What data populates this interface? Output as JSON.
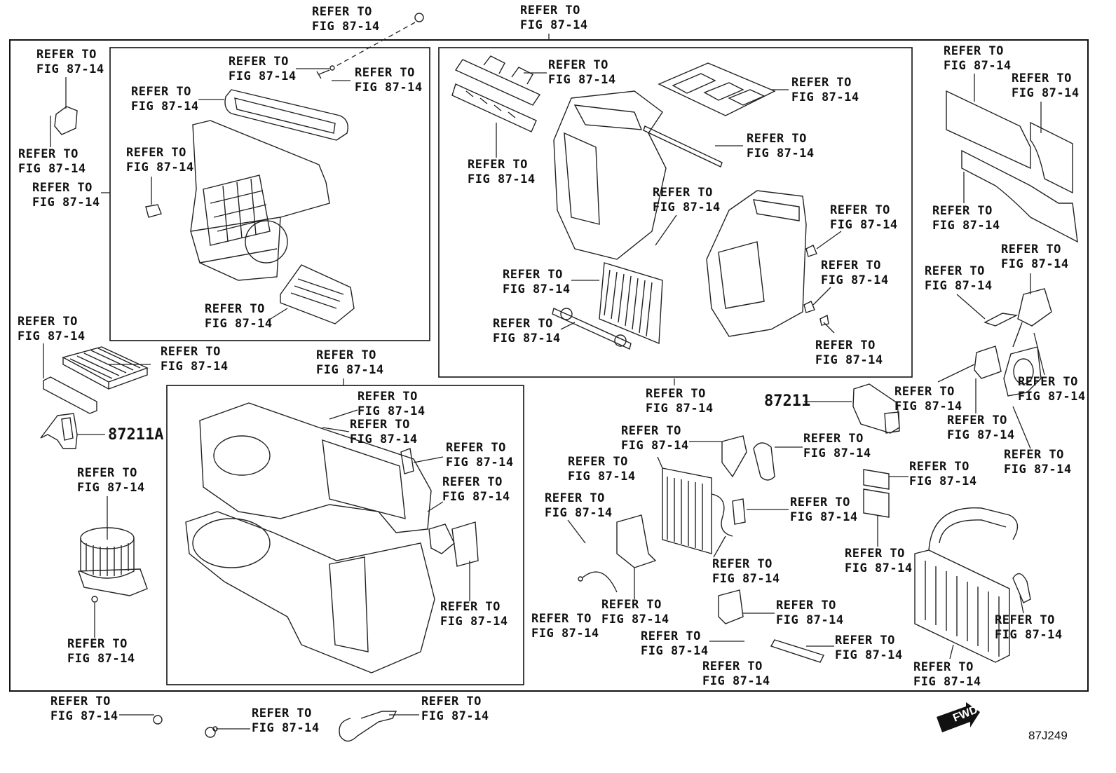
{
  "diagram": {
    "title": "Heater & Cooling Unit Parts Diagram",
    "figure_code": "87J249",
    "fwd_label": "FWD",
    "callout_line1": "REFER TO",
    "callout_line2": "FIG 87-14",
    "part_numbers": [
      "87211A",
      "87211"
    ],
    "callouts": [
      {
        "id": "c01",
        "l1": "REFER TO",
        "l2": "FIG 87-14"
      },
      {
        "id": "c02",
        "l1": "REFER TO",
        "l2": "FIG 87-14"
      },
      {
        "id": "c03",
        "l1": "REFER TO",
        "l2": "FIG 87-14"
      },
      {
        "id": "c04",
        "l1": "REFER TO",
        "l2": "FIG 87-14"
      },
      {
        "id": "c05",
        "l1": "REFER TO",
        "l2": "FIG 87-14"
      },
      {
        "id": "c06",
        "l1": "REFER TO",
        "l2": "FIG 87-14"
      },
      {
        "id": "c07",
        "l1": "REFER TO",
        "l2": "FIG 87-14"
      },
      {
        "id": "c08",
        "l1": "REFER TO",
        "l2": "FIG 87-14"
      },
      {
        "id": "c09",
        "l1": "REFER TO",
        "l2": "FIG 87-14"
      },
      {
        "id": "c10",
        "l1": "REFER TO",
        "l2": "FIG 87-14"
      },
      {
        "id": "c11",
        "l1": "REFER TO",
        "l2": "FIG 87-14"
      },
      {
        "id": "c12",
        "l1": "REFER TO",
        "l2": "FIG 87-14"
      },
      {
        "id": "c13",
        "l1": "REFER TO",
        "l2": "FIG 87-14"
      },
      {
        "id": "c14",
        "l1": "REFER TO",
        "l2": "FIG 87-14"
      },
      {
        "id": "c15",
        "l1": "REFER TO",
        "l2": "FIG 87-14"
      },
      {
        "id": "c16",
        "l1": "REFER TO",
        "l2": "FIG 87-14"
      },
      {
        "id": "c17",
        "l1": "REFER TO",
        "l2": "FIG 87-14"
      },
      {
        "id": "c18",
        "l1": "REFER TO",
        "l2": "FIG 87-14"
      },
      {
        "id": "c19",
        "l1": "REFER TO",
        "l2": "FIG 87-14"
      },
      {
        "id": "c20",
        "l1": "REFER TO",
        "l2": "FIG 87-14"
      },
      {
        "id": "c21",
        "l1": "REFER TO",
        "l2": "FIG 87-14"
      },
      {
        "id": "c22",
        "l1": "REFER TO",
        "l2": "FIG 87-14"
      },
      {
        "id": "c23",
        "l1": "REFER TO",
        "l2": "FIG 87-14"
      },
      {
        "id": "c24",
        "l1": "REFER TO",
        "l2": "FIG 87-14"
      },
      {
        "id": "c25",
        "l1": "REFER TO",
        "l2": "FIG 87-14"
      },
      {
        "id": "c26",
        "l1": "REFER TO",
        "l2": "FIG 87-14"
      },
      {
        "id": "c27",
        "l1": "REFER TO",
        "l2": "FIG 87-14"
      },
      {
        "id": "c28",
        "l1": "REFER TO",
        "l2": "FIG 87-14"
      },
      {
        "id": "c29",
        "l1": "REFER TO",
        "l2": "FIG 87-14"
      },
      {
        "id": "c30",
        "l1": "REFER TO",
        "l2": "FIG 87-14"
      },
      {
        "id": "c31",
        "l1": "REFER TO",
        "l2": "FIG 87-14"
      },
      {
        "id": "c32",
        "l1": "REFER TO",
        "l2": "FIG 87-14"
      },
      {
        "id": "c33",
        "l1": "REFER TO",
        "l2": "FIG 87-14"
      },
      {
        "id": "c34",
        "l1": "REFER TO",
        "l2": "FIG 87-14"
      },
      {
        "id": "c35",
        "l1": "REFER TO",
        "l2": "FIG 87-14"
      },
      {
        "id": "c36",
        "l1": "REFER TO",
        "l2": "FIG 87-14"
      },
      {
        "id": "c37",
        "l1": "REFER TO",
        "l2": "FIG 87-14"
      },
      {
        "id": "c38",
        "l1": "REFER TO",
        "l2": "FIG 87-14"
      },
      {
        "id": "c39",
        "l1": "REFER TO",
        "l2": "FIG 87-14"
      },
      {
        "id": "c40",
        "l1": "REFER TO",
        "l2": "FIG 87-14"
      },
      {
        "id": "c41",
        "l1": "REFER TO",
        "l2": "FIG 87-14"
      },
      {
        "id": "c42",
        "l1": "REFER TO",
        "l2": "FIG 87-14"
      },
      {
        "id": "c43",
        "l1": "REFER TO",
        "l2": "FIG 87-14"
      },
      {
        "id": "c44",
        "l1": "REFER TO",
        "l2": "FIG 87-14"
      },
      {
        "id": "c45",
        "l1": "REFER TO",
        "l2": "FIG 87-14"
      },
      {
        "id": "c46",
        "l1": "REFER TO",
        "l2": "FIG 87-14"
      },
      {
        "id": "c47",
        "l1": "REFER TO",
        "l2": "FIG 87-14"
      },
      {
        "id": "c48",
        "l1": "REFER TO",
        "l2": "FIG 87-14"
      },
      {
        "id": "c49",
        "l1": "REFER TO",
        "l2": "FIG 87-14"
      },
      {
        "id": "c50",
        "l1": "REFER TO",
        "l2": "FIG 87-14"
      },
      {
        "id": "c51",
        "l1": "REFER TO",
        "l2": "FIG 87-14"
      },
      {
        "id": "c52",
        "l1": "REFER TO",
        "l2": "FIG 87-14"
      },
      {
        "id": "c53",
        "l1": "REFER TO",
        "l2": "FIG 87-14"
      },
      {
        "id": "c54",
        "l1": "REFER TO",
        "l2": "FIG 87-14"
      },
      {
        "id": "c55",
        "l1": "REFER TO",
        "l2": "FIG 87-14"
      },
      {
        "id": "c56",
        "l1": "REFER TO",
        "l2": "FIG 87-14"
      }
    ]
  }
}
